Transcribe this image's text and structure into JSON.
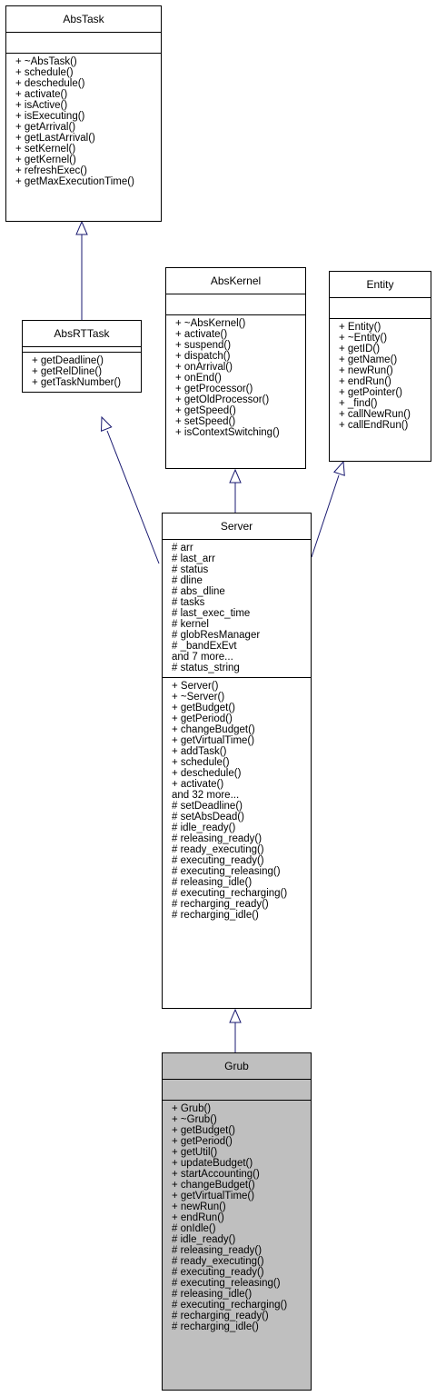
{
  "diagram": {
    "classes": [
      {
        "id": "abstask",
        "name": "AbsTask",
        "highlight": false,
        "attributes": [],
        "operations": [
          "+ ~AbsTask()",
          "+ schedule()",
          "+ deschedule()",
          "+ activate()",
          "+ isActive()",
          "+ isExecuting()",
          "+ getArrival()",
          "+ getLastArrival()",
          "+ setKernel()",
          "+ getKernel()",
          "+ refreshExec()",
          "+ getMaxExecutionTime()"
        ]
      },
      {
        "id": "absrttask",
        "name": "AbsRTTask",
        "highlight": false,
        "attributes": [],
        "operations": [
          "+ getDeadline()",
          "+ getRelDline()",
          "+ getTaskNumber()"
        ]
      },
      {
        "id": "abskernel",
        "name": "AbsKernel",
        "highlight": false,
        "attributes": [],
        "operations": [
          "+ ~AbsKernel()",
          "+ activate()",
          "+ suspend()",
          "+ dispatch()",
          "+ onArrival()",
          "+ onEnd()",
          "+ getProcessor()",
          "+ getOldProcessor()",
          "+ getSpeed()",
          "+ setSpeed()",
          "+ isContextSwitching()"
        ]
      },
      {
        "id": "entity",
        "name": "Entity",
        "highlight": false,
        "attributes": [],
        "operations": [
          "+ Entity()",
          "+ ~Entity()",
          "+ getID()",
          "+ getName()",
          "+ newRun()",
          "+ endRun()",
          "+ getPointer()",
          "+ _find()",
          "+ callNewRun()",
          "+ callEndRun()"
        ]
      },
      {
        "id": "server",
        "name": "Server",
        "highlight": false,
        "attributes": [
          "# arr",
          "# last_arr",
          "# status",
          "# dline",
          "# abs_dline",
          "# tasks",
          "# last_exec_time",
          "# kernel",
          "# globResManager",
          "# _bandExEvt",
          "and 7 more...",
          "# status_string"
        ],
        "operations": [
          "+ Server()",
          "+ ~Server()",
          "+ getBudget()",
          "+ getPeriod()",
          "+ changeBudget()",
          "+ getVirtualTime()",
          "+ addTask()",
          "+ schedule()",
          "+ deschedule()",
          "+ activate()",
          "and 32 more...",
          "# setDeadline()",
          "# setAbsDead()",
          "# idle_ready()",
          "# releasing_ready()",
          "# ready_executing()",
          "# executing_ready()",
          "# executing_releasing()",
          "# releasing_idle()",
          "# executing_recharging()",
          "# recharging_ready()",
          "# recharging_idle()"
        ]
      },
      {
        "id": "grub",
        "name": "Grub",
        "highlight": true,
        "attributes": [],
        "operations": [
          "+ Grub()",
          "+ ~Grub()",
          "+ getBudget()",
          "+ getPeriod()",
          "+ getUtil()",
          "+ updateBudget()",
          "+ startAccounting()",
          "+ changeBudget()",
          "+ getVirtualTime()",
          "+ newRun()",
          "+ endRun()",
          "# onIdle()",
          "# idle_ready()",
          "# releasing_ready()",
          "# ready_executing()",
          "# executing_ready()",
          "# executing_releasing()",
          "# releasing_idle()",
          "# executing_recharging()",
          "# recharging_ready()",
          "# recharging_idle()"
        ]
      }
    ],
    "edges": [
      {
        "from": "absrttask",
        "to": "abstask",
        "type": "inheritance"
      },
      {
        "from": "server",
        "to": "absrttask",
        "type": "inheritance"
      },
      {
        "from": "server",
        "to": "abskernel",
        "type": "inheritance"
      },
      {
        "from": "server",
        "to": "entity",
        "type": "inheritance"
      },
      {
        "from": "grub",
        "to": "server",
        "type": "inheritance"
      }
    ],
    "colors": {
      "edge": "#191970",
      "border": "#000000",
      "box": "#ffffff",
      "highlight": "#bfbfbf"
    }
  }
}
